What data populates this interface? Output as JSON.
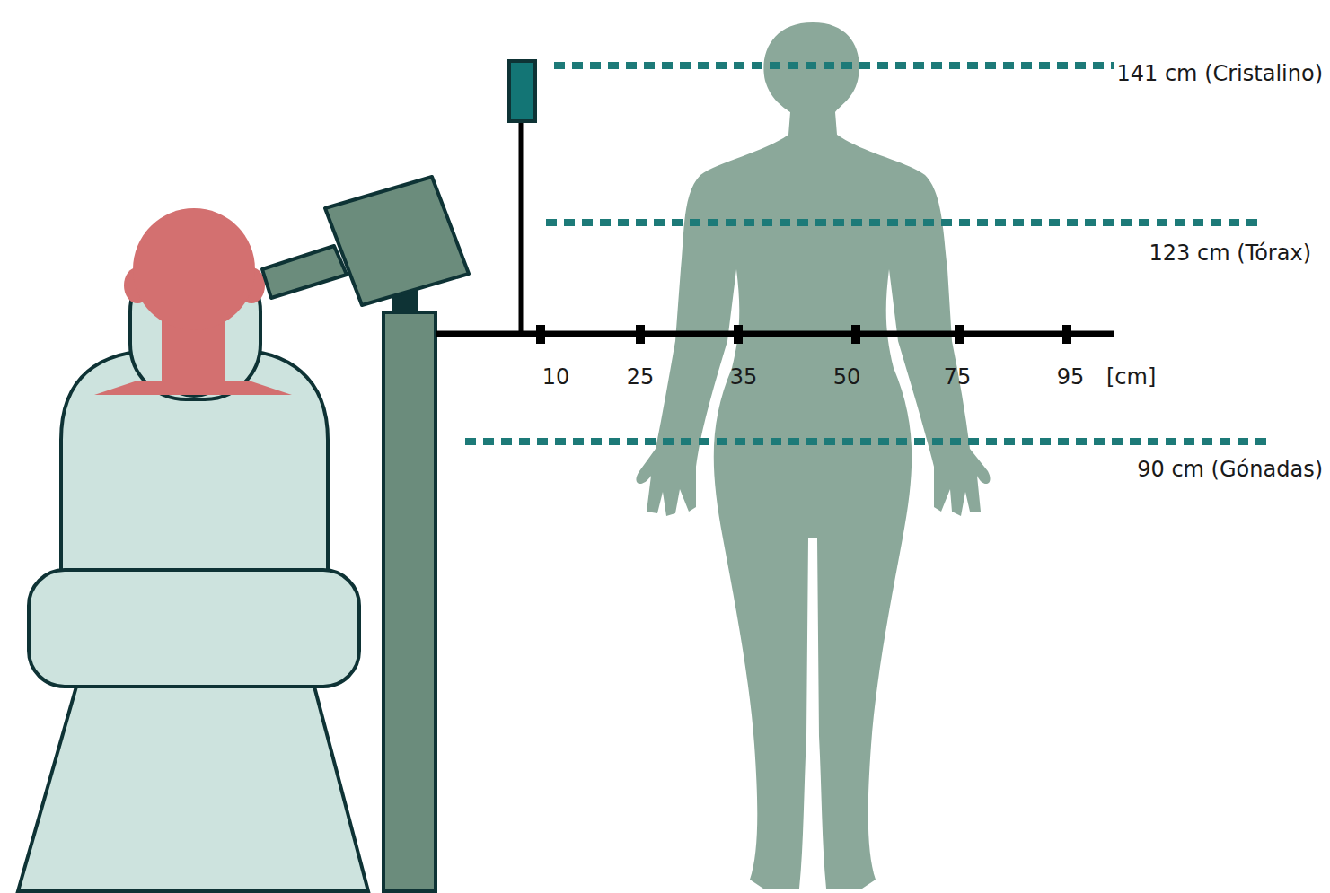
{
  "diagram": {
    "labels": [
      "141 cm (Cristalino)",
      "123 cm (Tórax)",
      "10",
      "25",
      "35",
      "50",
      "75",
      "95",
      "[cm]",
      "90 cm (Gónadas)"
    ]
  }
}
